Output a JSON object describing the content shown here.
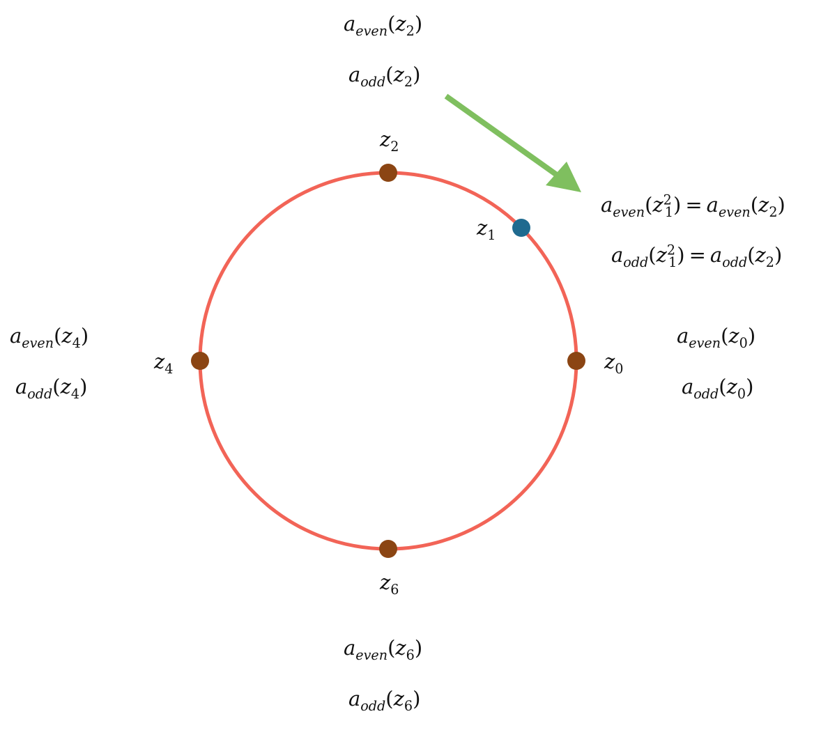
{
  "colors": {
    "circle": "#F26457",
    "root_point": "#8B4513",
    "highlight_point": "#1F6A8F",
    "arrow": "#7FBF5F"
  },
  "diagram": {
    "points": [
      {
        "id": "z0",
        "letter": "z",
        "sub": "0",
        "kind": "root"
      },
      {
        "id": "z1",
        "letter": "z",
        "sub": "1",
        "kind": "highlight"
      },
      {
        "id": "z2",
        "letter": "z",
        "sub": "2",
        "kind": "root"
      },
      {
        "id": "z4",
        "letter": "z",
        "sub": "4",
        "kind": "root"
      },
      {
        "id": "z6",
        "letter": "z",
        "sub": "6",
        "kind": "root"
      }
    ],
    "labels": {
      "z2": {
        "even": {
          "a": "a",
          "sub": "even",
          "z": "z",
          "zsub": "2"
        },
        "odd": {
          "a": "a",
          "sub": "odd",
          "z": "z",
          "zsub": "2"
        }
      },
      "z0": {
        "even": {
          "a": "a",
          "sub": "even",
          "z": "z",
          "zsub": "0"
        },
        "odd": {
          "a": "a",
          "sub": "odd",
          "z": "z",
          "zsub": "0"
        }
      },
      "z4": {
        "even": {
          "a": "a",
          "sub": "even",
          "z": "z",
          "zsub": "4"
        },
        "odd": {
          "a": "a",
          "sub": "odd",
          "z": "z",
          "zsub": "4"
        }
      },
      "z6": {
        "even": {
          "a": "a",
          "sub": "even",
          "z": "z",
          "zsub": "6"
        },
        "odd": {
          "a": "a",
          "sub": "odd",
          "z": "z",
          "zsub": "6"
        }
      }
    },
    "equations": {
      "even": {
        "a": "a",
        "sub": "even",
        "z": "z",
        "zsub": "1",
        "zsup": "2",
        "eq": "=",
        "rhs_a": "a",
        "rhs_sub": "even",
        "rhs_z": "z",
        "rhs_zsub": "2"
      },
      "odd": {
        "a": "a",
        "sub": "odd",
        "z": "z",
        "zsub": "1",
        "zsup": "2",
        "eq": "=",
        "rhs_a": "a",
        "rhs_sub": "odd",
        "rhs_z": "z",
        "rhs_zsub": "2"
      }
    }
  }
}
